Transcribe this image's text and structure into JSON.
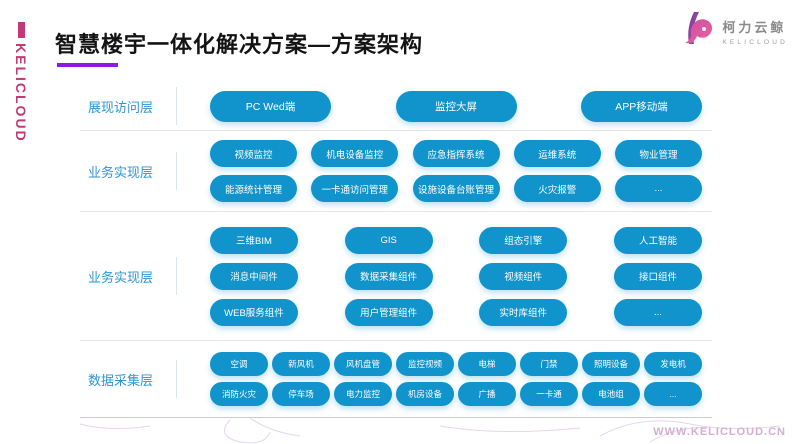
{
  "brand": {
    "sidebar_text": "KELICLOUD",
    "logo_title": "柯力云鲸",
    "logo_subtitle": "KELICLOUD"
  },
  "header": {
    "title": "智慧楼宇一体化解决方案—方案架构"
  },
  "layers": [
    {
      "label": "展现访问层",
      "rows": [
        [
          "PC Wed端",
          "监控大屏",
          "APP移动端"
        ]
      ]
    },
    {
      "label": "业务实现层",
      "rows": [
        [
          "视频监控",
          "机电设备监控",
          "应急指挥系统",
          "运维系统",
          "物业管理"
        ],
        [
          "能源统计管理",
          "一卡通访问管理",
          "设施设备台账管理",
          "火灾报警",
          "..."
        ]
      ]
    },
    {
      "label": "业务实现层",
      "rows": [
        [
          "三维BIM",
          "GIS",
          "组态引擎",
          "人工智能"
        ],
        [
          "消息中间件",
          "数据采集组件",
          "视频组件",
          "接口组件"
        ],
        [
          "WEB服务组件",
          "用户管理组件",
          "实时库组件",
          "..."
        ]
      ]
    },
    {
      "label": "数据采集层",
      "rows": [
        [
          "空调",
          "新风机",
          "风机盘管",
          "监控视频",
          "电梯",
          "门禁",
          "照明设备",
          "发电机"
        ],
        [
          "消防火灾",
          "停车场",
          "电力监控",
          "机房设备",
          "广播",
          "一卡通",
          "电池组",
          "..."
        ]
      ]
    }
  ],
  "footer": {
    "url": "WWW.KELICLOUD.CN"
  },
  "icons": {
    "logo": "whale-logo-icon"
  },
  "colors": {
    "pill_blue": "#1193cb",
    "label_blue": "#2e96d3",
    "brand_pink": "#c03a78",
    "underline_purple": "#8a1ae8",
    "footer_pink": "#d5aed0",
    "divider_gray": "#e5e5e5"
  }
}
